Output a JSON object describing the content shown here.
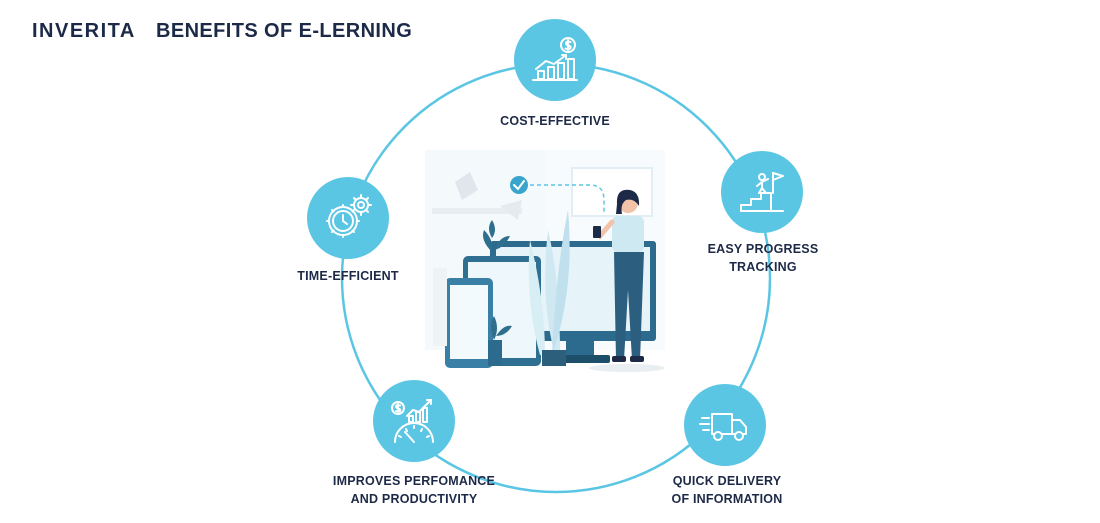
{
  "header": {
    "logo": "INVERITA",
    "title": "BENEFITS OF E-LERNING"
  },
  "colors": {
    "accent": "#5bc6e4",
    "dark": "#1d2a47",
    "illustration_blue": "#dff1f8"
  },
  "benefits": [
    {
      "icon": "growth-chart-dollar-icon",
      "lines": [
        "COST-EFFECTIVE"
      ]
    },
    {
      "icon": "staircase-flag-icon",
      "lines": [
        "EASY PROGRESS",
        "TRACKING"
      ]
    },
    {
      "icon": "delivery-truck-icon",
      "lines": [
        "QUICK DELIVERY",
        "OF INFORMATION"
      ]
    },
    {
      "icon": "gauge-dollar-chart-icon",
      "lines": [
        "IMPROVES PERFOMANCE",
        "AND PRODUCTIVITY"
      ]
    },
    {
      "icon": "clock-gears-icon",
      "lines": [
        "TIME-EFFICIENT"
      ]
    }
  ]
}
